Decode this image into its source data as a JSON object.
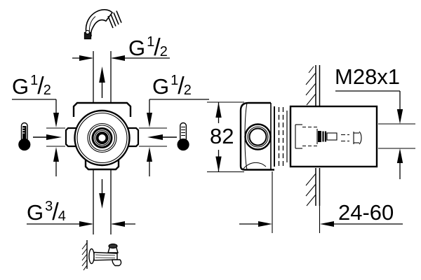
{
  "front_view": {
    "connections": {
      "top": {
        "symbol": "G",
        "numerator": "1",
        "slash": "/",
        "denominator": "2"
      },
      "left": {
        "symbol": "G",
        "numerator": "1",
        "slash": "/",
        "denominator": "2"
      },
      "right": {
        "symbol": "G",
        "numerator": "1",
        "slash": "/",
        "denominator": "2"
      },
      "bottom": {
        "symbol": "G",
        "numerator": "3",
        "slash": "/",
        "denominator": "4"
      }
    },
    "icons": {
      "top": "hand-shower",
      "left": "thermometer-hot",
      "right": "thermometer-cold",
      "bottom": "bath-spout"
    }
  },
  "side_view": {
    "dimensions": {
      "height": "82",
      "thread": "M28x1",
      "depth_range": "24-60"
    }
  },
  "style": {
    "line_color": "#000000",
    "background": "#ffffff"
  }
}
